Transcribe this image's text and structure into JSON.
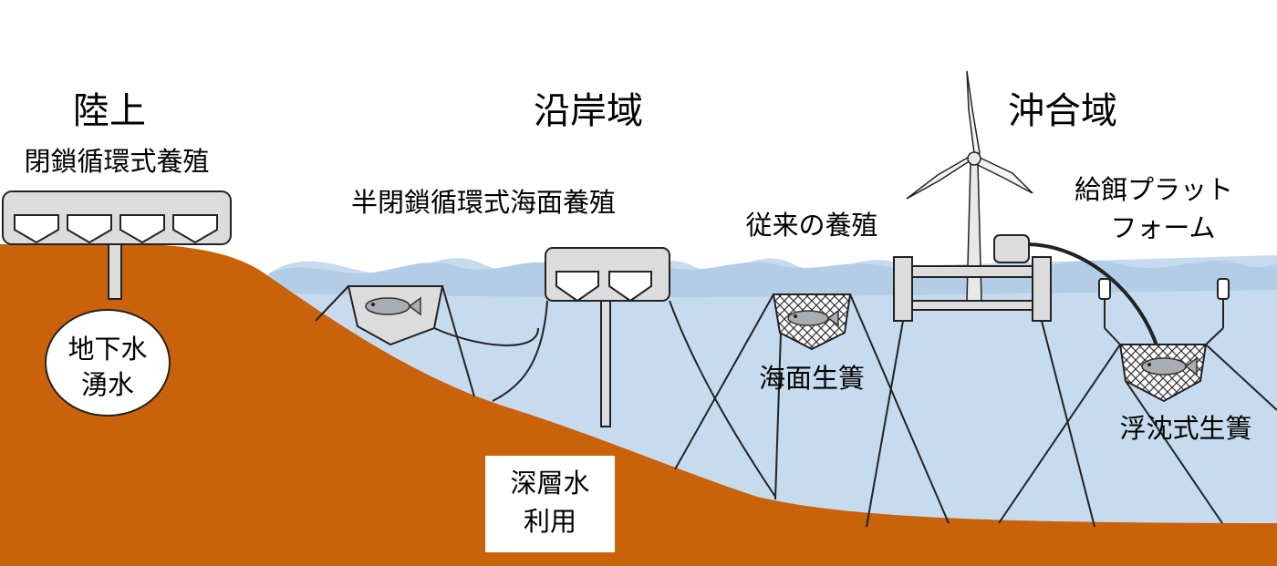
{
  "regions": {
    "land": "陸上",
    "coastal": "沿岸域",
    "offshore": "沖合域"
  },
  "labels": {
    "closed_recirculating": "閉鎖循環式養殖",
    "semi_closed": "半閉鎖循環式海面養殖",
    "conventional": "従来の養殖",
    "feeding_platform_line1": "給餌プラット",
    "feeding_platform_line2": "フォーム",
    "groundwater_line1": "地下水",
    "groundwater_line2": "湧水",
    "deep_water_line1": "深層水",
    "deep_water_line2": "利用",
    "surface_cage": "海面生簀",
    "submersible_cage": "浮沈式生簀"
  },
  "colors": {
    "land": "#c9620a",
    "sea": "#c6dbee",
    "wave": "#b9d2ea",
    "tank": "#dcdcdc",
    "outline": "#222222",
    "fish": "#a9aeb4"
  },
  "icons": [
    "wind-turbine-icon",
    "fish-icon",
    "net-cage-icon",
    "tank-icon"
  ]
}
